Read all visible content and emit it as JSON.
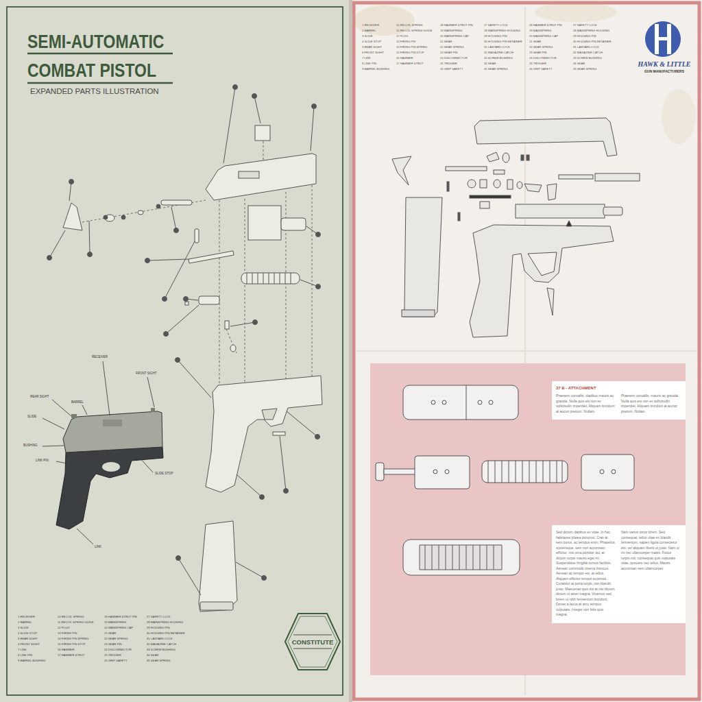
{
  "diagram": {
    "title": "SEMI-AUTOMATIC COMBAT PISTOL",
    "nodes": [
      {
        "text": [
          "CONSTITUTE"
        ]
      },
      {
        "text": [
          "HAWK & LITTLE",
          "GUN MANUFACTURERS"
        ]
      },
      {
        "text": [
          "37 B - ATTACHMENT",
          "Praesent convallis, dapibus mauris ac gravida. Nulla quis est non ex sollicitudin imperdiet. Aliquam tincidunt at auctor pretium. Nullam.",
          "Praesent convallis, mauris ac gravida. Nulla quis est non ex sollicitudin imperdiet. Aliquam tincidunt at auctor pretium. Nullam."
        ]
      },
      {
        "text": [
          "Sed dictum dapibus ex vitae. In hac habitasse platea dictumst. Cras at sem purus, ac tempus enim. Phasellus scelerisque, sem non accumsan efficitur, nisi urna porttitor dui, at dictum turpis mauris eget mi. Suspendisse fringilla cursus facilisis. Aenean commodo viverra rhoncus. Aenean ac tempor est, at tellus. Aliquam efficitur tempor euismod. Curabitur at porta turpis, non blandit justo. Maecenas quis dui at nisi dictum dictum ut amet magna. Vivamus sed lorem ut nibh fermentum tincidunt. Donec a lacus at arcu tempus vulputate. Integer non felis quis magna.",
          "Nam varius tortor lorem. Sed consequat, tellus vitae ex blandit fermentum, sapien ligula consectetur est, vel aliquam libero ut justo. Nam ut mi nec ullamcorper mattis. Fusce turpis nisi, consequat quis vulputate vitae, posuere nec tellus. Mauris accumsan sem ullamcorper."
        ]
      }
    ],
    "labels": [
      "EXPANDED PARTS ILLUSTRATION",
      "RECEIVER",
      "FRONT SIGHT",
      "REAR SIGHT",
      "BARREL",
      "SLIDE",
      "BUSHING",
      "LINK PIN",
      "SLIDE STOP",
      "LINK",
      "1 RECEIVER",
      "2 BARREL",
      "3 SLIDE",
      "4 SLIDE STOP",
      "5 REAR SIGHT",
      "6 FRONT SIGHT",
      "7 LINK",
      "8 LINK PIN",
      "9 BARREL BUSHING",
      "10 RECOIL SPRING",
      "11 RECOIL SPRING GUIDE",
      "12 PLUG",
      "13 FIRING PIN",
      "14 FIRING PIN SPRING",
      "15 FIRING PIN STOP",
      "16 HAMMER",
      "17 HAMMER STRUT",
      "18 HAMMER STRUT PIN",
      "19 MAINSPRING",
      "20 MAINSPRING CAP",
      "21 SEAR",
      "22 SEAR SPRING",
      "23 SEAR PIN",
      "24 DISCONNECTOR",
      "25 TRIGGER",
      "26 GRIP SAFETY",
      "27 SAFETY LOCK",
      "28 MAINSPRING HOUSING",
      "29 HOUSING PIN",
      "30 HOUSING PIN RETAINER",
      "31 LANYARD LOCK",
      "32 MAGAZINE CATCH",
      "33 SCREW BUSHING",
      "34 SEAR",
      "35 SEAR SPRING",
      "1 RECEIVER",
      "2 BARREL",
      "3 SLIDE",
      "4 SLIDE STOP",
      "5 REAR SIGHT",
      "6 FRONT SIGHT",
      "7 LINK",
      "8 LINK PIN",
      "9 BARREL BUSHING",
      "10 RECOIL SPRING",
      "11 RECOIL SPRING GUIDE",
      "12 PLUG",
      "13 FIRING PIN",
      "14 FIRING PIN SPRING",
      "15 FIRING PIN STOP",
      "16 HAMMER",
      "17 HAMMER STRUT",
      "18 HAMMER STRUT PIN",
      "19 MAINSPRING",
      "20 MAINSPRING CAP",
      "21 SEAR",
      "22 SEAR SPRING",
      "23 SEAR PIN",
      "24 DISCONNECTOR",
      "25 TRIGGER",
      "26 GRIP SAFETY",
      "27 SAFETY LOCK",
      "28 MAINSPRING HOUSING",
      "29 HOUSING PIN",
      "30 HOUSING PIN RETAINER",
      "31 LANYARD LOCK",
      "32 MAGAZINE CATCH",
      "33 SCREW BUSHING",
      "34 SEAR",
      "35 SEAR SPRING",
      "18 HAMMER STRUT PIN",
      "19 MAINSPRING",
      "20 MAINSPRING CAP",
      "21 SEAR",
      "22 SEAR SPRING",
      "23 SEAR PIN",
      "24 DISCONNECTOR",
      "25 TRIGGER",
      "26 GRIP SAFETY",
      "27 SAFETY LOCK",
      "28 MAINSPRING HOUSING",
      "29 HOUSING PIN",
      "30 HOUSING PIN RETAINER",
      "31 LANYARD LOCK",
      "32 MAGAZINE CATCH",
      "33 SCREW BUSHING",
      "34 SEAR",
      "35 SEAR SPRING"
    ]
  }
}
